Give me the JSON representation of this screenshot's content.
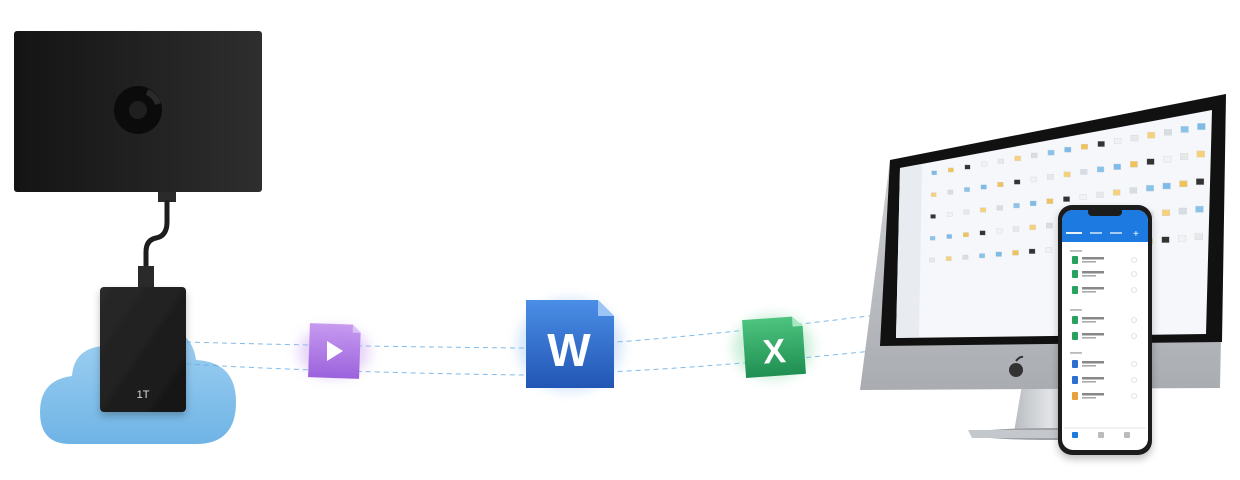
{
  "drive": {
    "capacity_label": "1T"
  },
  "files": [
    {
      "type": "video",
      "icon": "play-icon",
      "color": "#b07be6"
    },
    {
      "type": "word",
      "letter": "W",
      "icon": "word-icon",
      "color": "#2f6fd0"
    },
    {
      "type": "excel",
      "letter": "X",
      "icon": "excel-icon",
      "color": "#27a35f"
    }
  ],
  "phone": {
    "accent": "#1f7ae0"
  },
  "colors": {
    "router": "#1c1c1c",
    "cloud": "#8cc6ee",
    "flow_line": "#6aaee6",
    "monitor_silver": "#c9cbcf"
  }
}
